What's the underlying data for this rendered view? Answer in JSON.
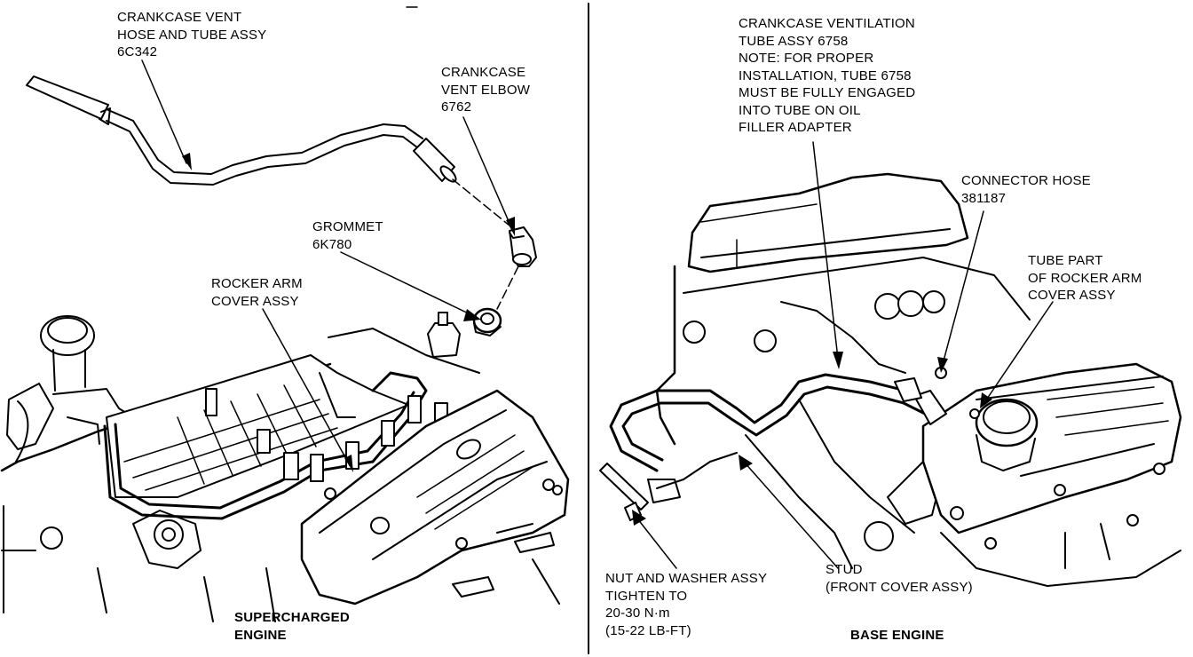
{
  "left_panel": {
    "labels": {
      "hose": [
        "CRANKCASE VENT",
        "HOSE AND TUBE ASSY",
        "6C342"
      ],
      "elbow": [
        "CRANKCASE",
        "VENT ELBOW",
        "6762"
      ],
      "grommet": [
        "GROMMET",
        "6K780"
      ],
      "rocker": [
        "ROCKER ARM",
        "COVER ASSY"
      ],
      "engine": [
        "SUPERCHARGED",
        "ENGINE"
      ]
    }
  },
  "right_panel": {
    "labels": {
      "tube": [
        "CRANKCASE VENTILATION",
        "TUBE ASSY 6758",
        "NOTE: FOR PROPER",
        "INSTALLATION, TUBE 6758",
        "MUST BE FULLY ENGAGED",
        "INTO TUBE ON OIL",
        "FILLER ADAPTER"
      ],
      "connector": [
        "CONNECTOR HOSE",
        "381187"
      ],
      "tube_part": [
        "TUBE PART",
        "OF ROCKER ARM",
        "COVER ASSY"
      ],
      "nut": [
        "NUT AND WASHER ASSY",
        "TIGHTEN TO",
        "20-30 N·m",
        "(15-22 LB-FT)"
      ],
      "stud": [
        "STUD",
        "(FRONT COVER ASSY)"
      ],
      "engine": [
        "BASE ENGINE"
      ]
    }
  }
}
